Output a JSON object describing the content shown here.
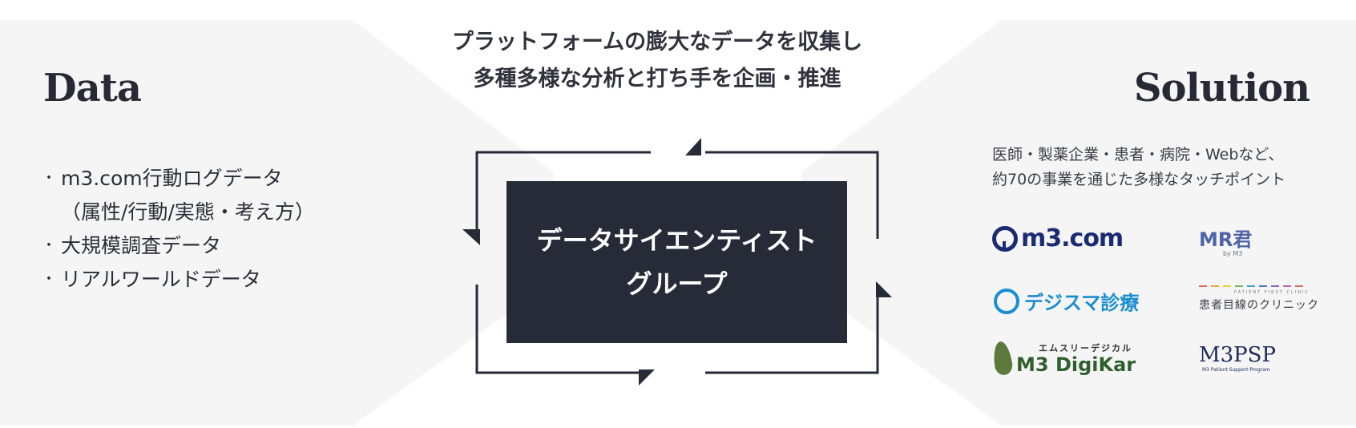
{
  "heading": {
    "line1": "プラットフォームの膨大なデータを収集し",
    "line2": "多種多様な分析と打ち手を企画・推進"
  },
  "data_panel": {
    "title": "Data",
    "items": [
      {
        "bullet": "・",
        "text": "m3.com行動ログデータ",
        "sub": "（属性/行動/実態・考え方）"
      },
      {
        "bullet": "・",
        "text": "大規模調査データ"
      },
      {
        "bullet": "・",
        "text": "リアルワールドデータ"
      }
    ]
  },
  "center": {
    "line1": "データサイエンティスト",
    "line2": "グループ"
  },
  "solution_panel": {
    "title": "Solution",
    "desc_line1": "医師・製薬企業・患者・病院・Webなど、",
    "desc_line2": "約70の事業を通じた多様なタッチポイント",
    "logos": {
      "m3com": "m3.com",
      "mrkun": "MR君",
      "mrkun_sub": "by M3",
      "digisuma": "デジスマ診療",
      "clinic_small": "PATIENT FIRST CLINIC",
      "clinic": "患者目線のクリニック",
      "digikar_kana": "エムスリーデジカル",
      "digikar": "M3 DigiKar",
      "m3psp": "M3PSP",
      "m3psp_sub": "M3 Patient Support Program"
    }
  },
  "colors": {
    "dark": "#272b38",
    "band": "#f5f5f6",
    "m3_navy": "#1a2b73",
    "digisuma_blue": "#1b8ecf",
    "digikar_green": "#2f5f2d"
  }
}
